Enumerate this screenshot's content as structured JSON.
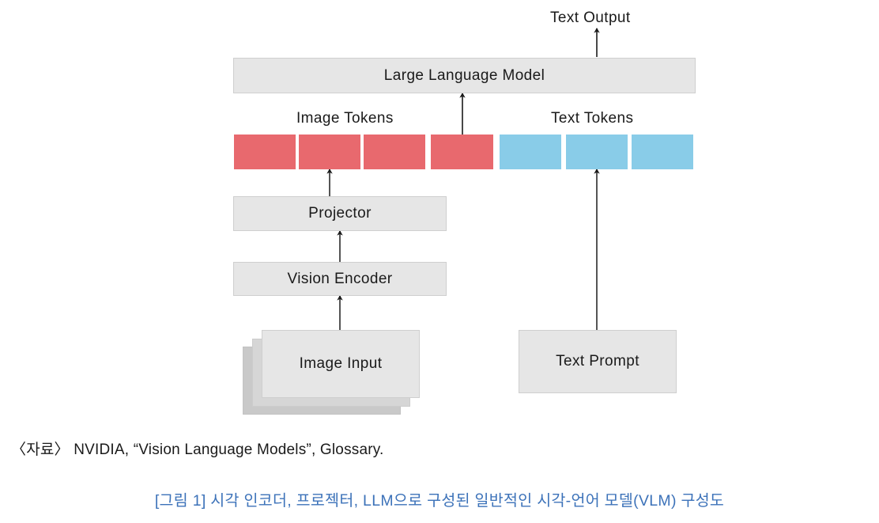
{
  "diagram": {
    "title_label": "Text Output",
    "boxes": [
      {
        "id": "llm",
        "label": "Large Language Model"
      },
      {
        "id": "projector",
        "label": "Projector"
      },
      {
        "id": "vision_encoder",
        "label": "Vision Encoder"
      },
      {
        "id": "image_input",
        "label": "Image Input"
      },
      {
        "id": "text_prompt",
        "label": "Text Prompt"
      }
    ],
    "group_labels": {
      "image_tokens": "Image Tokens",
      "text_tokens": "Text Tokens"
    },
    "tokens": {
      "image_token_count": 4,
      "text_token_count": 3
    },
    "colors": {
      "image_token": "#e8696e",
      "text_token": "#89cce8",
      "box_fill": "#e6e6e6",
      "box_border": "#cfcfcf",
      "arrow": "#555555",
      "caption": "#3c72b9"
    }
  },
  "footer": {
    "source": "〈자료〉 NVIDIA, “Vision Language Models”, Glossary.",
    "caption": "[그림 1] 시각 인코더, 프로젝터, LLM으로 구성된 일반적인 시각-언어 모델(VLM) 구성도"
  }
}
